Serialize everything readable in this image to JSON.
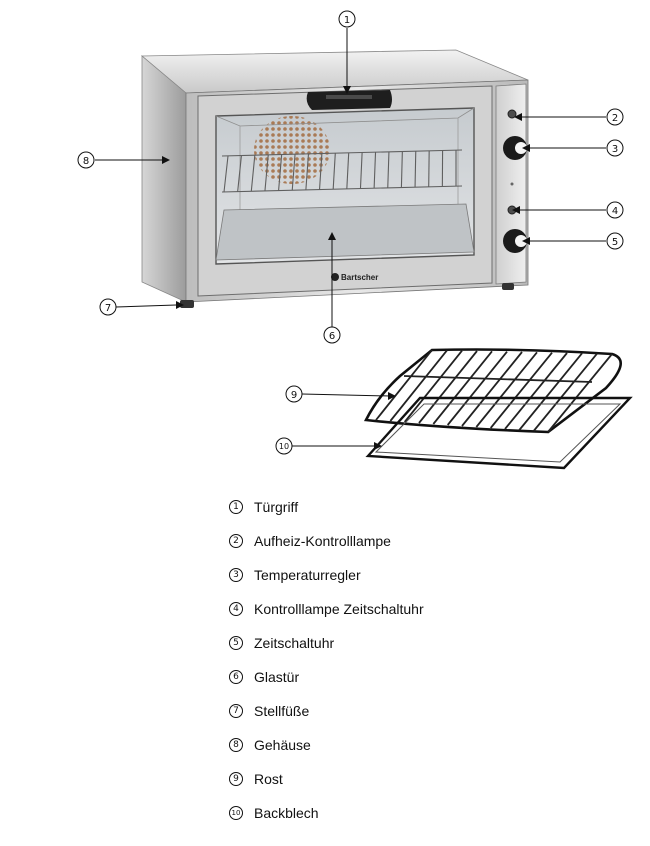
{
  "brand": {
    "logo": "Bartscher"
  },
  "callouts": [
    {
      "num": "1"
    },
    {
      "num": "2"
    },
    {
      "num": "3"
    },
    {
      "num": "4"
    },
    {
      "num": "5"
    },
    {
      "num": "6"
    },
    {
      "num": "7"
    },
    {
      "num": "8"
    },
    {
      "num": "9"
    },
    {
      "num": "10"
    }
  ],
  "legend": [
    {
      "num": "1",
      "label": "Türgriff"
    },
    {
      "num": "2",
      "label": "Aufheiz-Kontrolllampe"
    },
    {
      "num": "3",
      "label": "Temperaturregler"
    },
    {
      "num": "4",
      "label": "Kontrolllampe Zeitschaltuhr"
    },
    {
      "num": "5",
      "label": "Zeitschaltuhr"
    },
    {
      "num": "6",
      "label": "Glastür"
    },
    {
      "num": "7",
      "label": "Stellfüße"
    },
    {
      "num": "8",
      "label": "Gehäuse"
    },
    {
      "num": "9",
      "label": "Rost"
    },
    {
      "num": "10",
      "label": "Backblech"
    }
  ],
  "colors": {
    "steel_light": "#e4e4e4",
    "steel_dark": "#9a9a9a",
    "glass": "#cfd3d6",
    "knob": "#1a1a1a"
  }
}
